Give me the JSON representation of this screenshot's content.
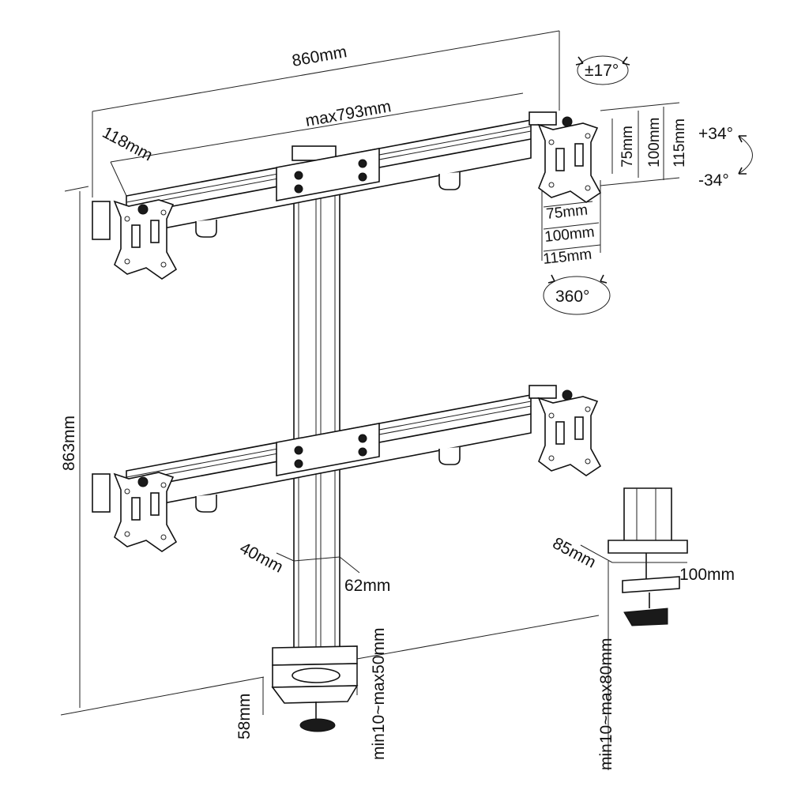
{
  "dimensions": {
    "total_width": "860mm",
    "arm_max_length": "max793mm",
    "arm_offset": "118mm",
    "total_height": "863mm",
    "pole_depth": "40mm",
    "pole_width": "62mm",
    "clamp_depth": "58mm",
    "clamp_range": "min10~max50mm",
    "grommet_depth": "85mm",
    "grommet_width": "100mm",
    "grommet_range": "min10~max80mm",
    "vesa_75_h": "75mm",
    "vesa_100_h": "100mm",
    "vesa_115_h": "115mm",
    "vesa_75_v": "75mm",
    "vesa_100_v": "100mm",
    "vesa_115_v": "115mm"
  },
  "adjustments": {
    "swivel": "±17°",
    "tilt_up": "+34°",
    "tilt_down": "-34°",
    "rotation": "360°"
  }
}
